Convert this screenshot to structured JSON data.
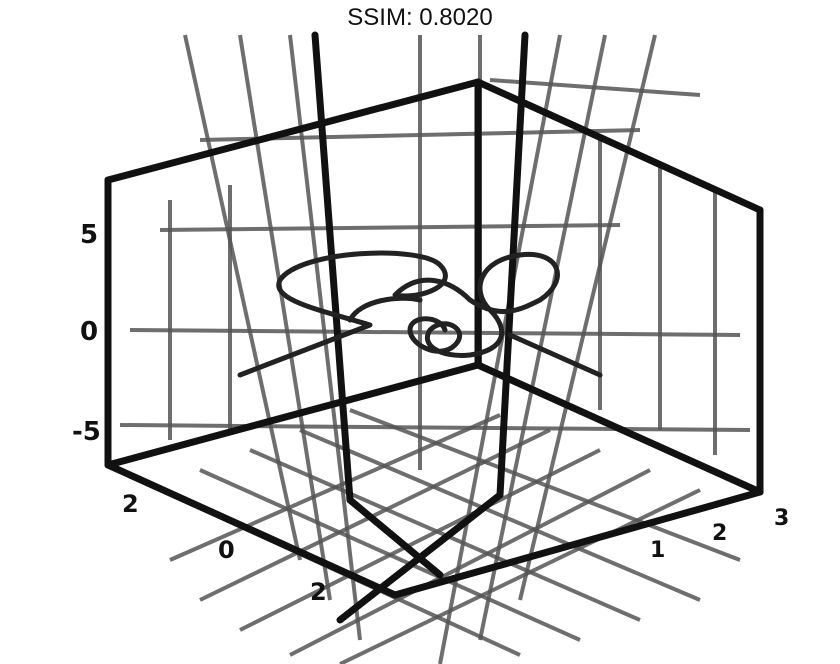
{
  "figure": {
    "title": "SSIM: 0.8020"
  },
  "chart_data": {
    "type": "line",
    "title": "SSIM: 0.8020",
    "projection": "3d",
    "grid": true,
    "left_axis_ticks": [
      "5",
      "0",
      "-5"
    ],
    "front_axis_ticks": [
      "2",
      "0",
      "2"
    ],
    "right_axis_ticks": [
      "1",
      "2",
      "3"
    ],
    "colors": {
      "box": "#111111",
      "grid": "#555555",
      "curve": "#222222"
    }
  }
}
